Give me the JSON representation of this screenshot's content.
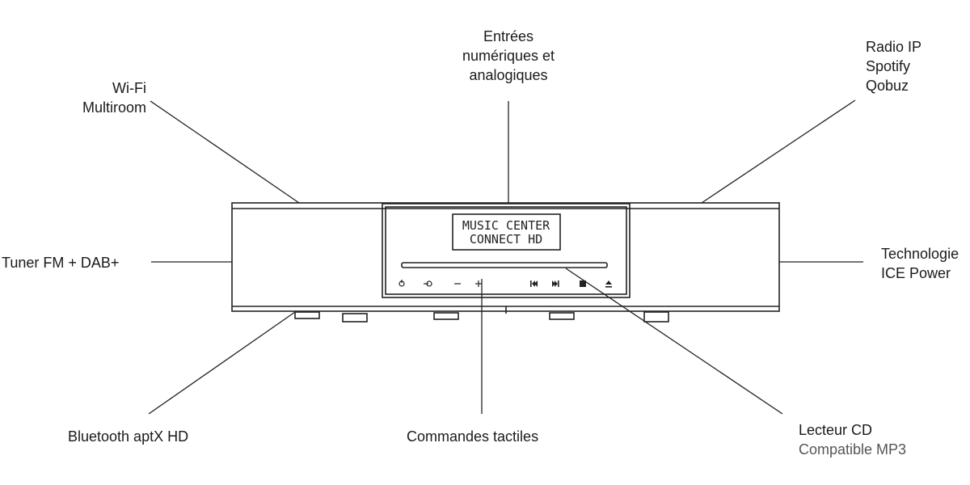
{
  "labels": {
    "wifi": [
      "Wi-Fi",
      "Multiroom"
    ],
    "inputs": [
      "Entrées",
      "numériques et",
      "analogiques"
    ],
    "streaming": [
      "Radio IP",
      "Spotify",
      "Qobuz"
    ],
    "tuner": "Tuner FM + DAB+",
    "power": [
      "Technologie",
      "ICE Power"
    ],
    "bluetooth": "Bluetooth aptX HD",
    "touch": "Commandes tactiles",
    "cd": "Lecteur CD",
    "cd_sub": "Compatible MP3"
  },
  "display": {
    "line1": "MUSIC CENTER",
    "line2": "CONNECT HD"
  },
  "controls": [
    "power-icon",
    "input-icon",
    "minus-icon",
    "plus-icon",
    "previous-track-icon",
    "next-track-icon",
    "stop-icon",
    "eject-icon"
  ],
  "colors": {
    "ink": "#1a1a1a",
    "sub": "#555555"
  }
}
